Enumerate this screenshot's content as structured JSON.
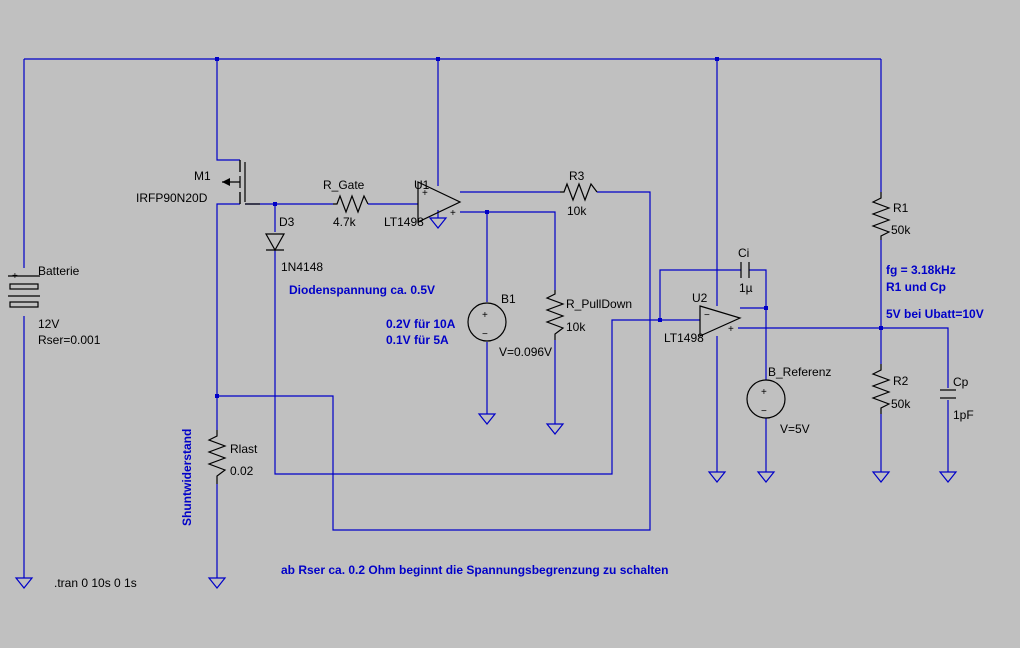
{
  "colors": {
    "background": "#c0c0c0",
    "wire": "#0000c8",
    "symbol": "#000000",
    "annotation": "#0000c8"
  },
  "components": {
    "batterie": {
      "name": "Batterie",
      "value": "12V",
      "param": "Rser=0.001"
    },
    "m1": {
      "name": "M1",
      "value": "IRFP90N20D"
    },
    "d3": {
      "name": "D3",
      "value": "1N4148"
    },
    "r_gate": {
      "name": "R_Gate",
      "value": "4.7k"
    },
    "u1": {
      "name": "U1",
      "value": "LT1498"
    },
    "r3": {
      "name": "R3",
      "value": "10k"
    },
    "b1": {
      "name": "B1",
      "value": "V=0.096V"
    },
    "r_pulldown": {
      "name": "R_PullDown",
      "value": "10k"
    },
    "ci": {
      "name": "Ci",
      "value": "1µ"
    },
    "u2": {
      "name": "U2",
      "value": "LT1498"
    },
    "b_referenz": {
      "name": "B_Referenz",
      "value": "V=5V"
    },
    "r1": {
      "name": "R1",
      "value": "50k"
    },
    "r2": {
      "name": "R2",
      "value": "50k"
    },
    "cp": {
      "name": "Cp",
      "value": "1pF"
    },
    "rlast": {
      "name": "Rlast",
      "value": "0.02"
    }
  },
  "annotations": {
    "diodenspannung": "Diodenspannung ca. 0.5V",
    "b1_note_1": "0.2V für 10A",
    "b1_note_2": "0.1V für 5A",
    "fg": "fg = 3.18kHz",
    "r1_cp": "R1 und Cp",
    "ubatt": "5V bei Ubatt=10V",
    "shunt": "Shuntwiderstand",
    "bottom": "ab Rser ca. 0.2 Ohm beginnt die Spannungsbegrenzung zu schalten"
  },
  "directive": ".tran 0 10s 0 1s",
  "pins": {
    "plus": "+",
    "minus": "−"
  }
}
